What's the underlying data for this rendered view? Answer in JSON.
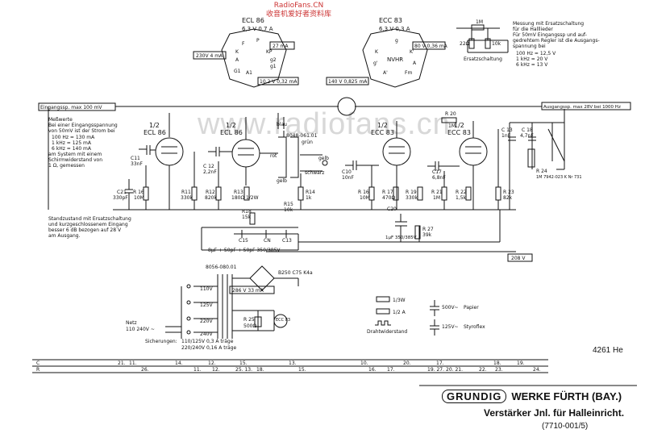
{
  "watermark": {
    "line1": "RadioFans.CN",
    "line2": "收音机爱好者资料库",
    "big": "www.radiofans.cn"
  },
  "tubes": {
    "ecl86": {
      "name": "ECL 86",
      "spec": "6,3 V 0,7 A",
      "anode_i": "27 mA",
      "cath_i": "10,2 V 0,32 mA",
      "left_i": "230V 4 mA",
      "pins": [
        "F",
        "P",
        "KP",
        "g2",
        "g1",
        "G1",
        "A1",
        "A",
        "K"
      ]
    },
    "ecc83": {
      "name": "ECC 83",
      "spec": "6,3 V 0,3 A",
      "anode_i": "80 V 0,36 mA",
      "cath_i": "140 V 0,825 mA",
      "label": "NVHR",
      "pins": [
        "g",
        "K",
        "g'",
        "A'",
        "K'",
        "Fm",
        "A"
      ]
    }
  },
  "note_right": {
    "title": "Messung mit Ersatzschaltung",
    "lines": [
      "für die Halllieder",
      "Für 50mV Eingangssp und auf-",
      "gedrehtem Regler ist die Ausgangs-",
      "spannung bei",
      "100 Hz = 12,5 V",
      "1 kHz = 20 V",
      "6 kHz = 13 V"
    ],
    "r1": "1M",
    "r2": "22Ω",
    "r3": "10k",
    "label": "Ersatzschaltung"
  },
  "input_label": "Eingangssp. max 100 mV",
  "output_label": "Ausgangssp. max 28V bei 1000 Hz",
  "measure_note": {
    "title": "Meßwerte",
    "lines": [
      "Bei einer Eingangsspannung",
      "von 50mV ist der Strom bei",
      "100 Hz = 130 mA",
      "1 kHz = 125 mA",
      "6 kHz = 140 mA",
      "am System mit einem",
      "Schirmwiderstand von",
      "1 Ω, gemessen"
    ]
  },
  "state_note": {
    "lines": [
      "Standzustand mit Ersatzschaltung",
      "und kurzgeschlossenem Eingang",
      "besser 6 dB bezogen auf 28 V",
      "am Ausgang."
    ]
  },
  "stage_labels": [
    {
      "id": "v1",
      "half": "1/2",
      "tube": "ECL 86"
    },
    {
      "id": "v2",
      "half": "1/2",
      "tube": "ECL 86"
    },
    {
      "id": "v3",
      "half": "1/2",
      "tube": "ECC 83"
    },
    {
      "id": "v4",
      "half": "1/2",
      "tube": "ECC 83"
    }
  ],
  "components": [
    {
      "ref": "C11",
      "val": "33nF"
    },
    {
      "ref": "C21",
      "val": "330pF"
    },
    {
      "ref": "R 16",
      "val": "10M"
    },
    {
      "ref": "C 12",
      "val": "2,2nF"
    },
    {
      "ref": "R11",
      "val": "330k"
    },
    {
      "ref": "R12",
      "val": "820k"
    },
    {
      "ref": "R13",
      "val": "180Ω 1/2W"
    },
    {
      "ref": "R18",
      "val": "15k"
    },
    {
      "ref": "R14",
      "val": "1k"
    },
    {
      "ref": "R15",
      "val": "10k"
    },
    {
      "ref": "C10",
      "val": "10nF"
    },
    {
      "ref": "R 16",
      "val": "10M"
    },
    {
      "ref": "R 17",
      "val": "470Ω"
    },
    {
      "ref": "R 19",
      "val": "330k"
    },
    {
      "ref": "C17",
      "val": "6,8nF"
    },
    {
      "ref": "R 21",
      "val": "1M"
    },
    {
      "ref": "R 22",
      "val": "1,5k"
    },
    {
      "ref": "R 23",
      "val": "82k"
    },
    {
      "ref": "R 20",
      "val": "1M"
    },
    {
      "ref": "C 13",
      "val": "1nF"
    },
    {
      "ref": "C 18",
      "val": "4,7nF"
    },
    {
      "ref": "R 24",
      "val": "1M 7942-023 K Nr 731"
    },
    {
      "ref": "C20",
      "val": "1µF 350/385V"
    },
    {
      "ref": "R 27",
      "val": "39k"
    }
  ],
  "transformer_out": {
    "id": "8048-061.01",
    "blau": "blau",
    "rot": "rot",
    "grun": "grün",
    "gelb": "gelb",
    "schwarz": "schwarz",
    "gelb2": "gelb"
  },
  "filter_caps": {
    "labels": [
      "C15",
      "CN",
      "C13"
    ],
    "values": "8µF + 50pF + 50pF 350/385V"
  },
  "power": {
    "trafo": "8056-080.01",
    "rect": "B250 C75 K4a",
    "hv": "286 V 33 mA",
    "b_plus": "208 V",
    "taps": [
      "110V",
      "125V",
      "220V",
      "240V"
    ],
    "mains": [
      "Netz",
      "110 240V ~"
    ],
    "r25": "R 25",
    "r25v": "500Ω",
    "ecc": "ECC 83",
    "fuse_title": "Sicherungen:",
    "fuse1": "110/125V 0,3 A träge",
    "fuse2": "220/240V 0,16 A träge"
  },
  "legend": {
    "r1": "1/3W",
    "r2": "1/2 A",
    "r3": "Drahtwiderstand",
    "c1": "500V~",
    "c1lbl": "Papier",
    "c2": "125V~",
    "c2lbl": "Styroflex"
  },
  "tables": {
    "row_c": {
      "label": "C",
      "cells": [
        "21.",
        "11.",
        "14.",
        "12.",
        "15.",
        "13.",
        "10.",
        "20.",
        "17.",
        "18.",
        "19."
      ]
    },
    "row_r": {
      "label": "R",
      "cells": [
        "26.",
        "11.",
        "12.",
        "25. 13.",
        "18.",
        "15.",
        "16.",
        "17.",
        "19. 27.",
        "20. 21.",
        "22.",
        "23.",
        "24."
      ]
    }
  },
  "sheet_no": "4261 He",
  "brand": {
    "logo": "GRUNDIG",
    "company": "WERKE FÜRTH (BAY.)"
  },
  "product": "Verstärker Jnl. für Halleinricht.",
  "docno": "(7710-001/5)"
}
